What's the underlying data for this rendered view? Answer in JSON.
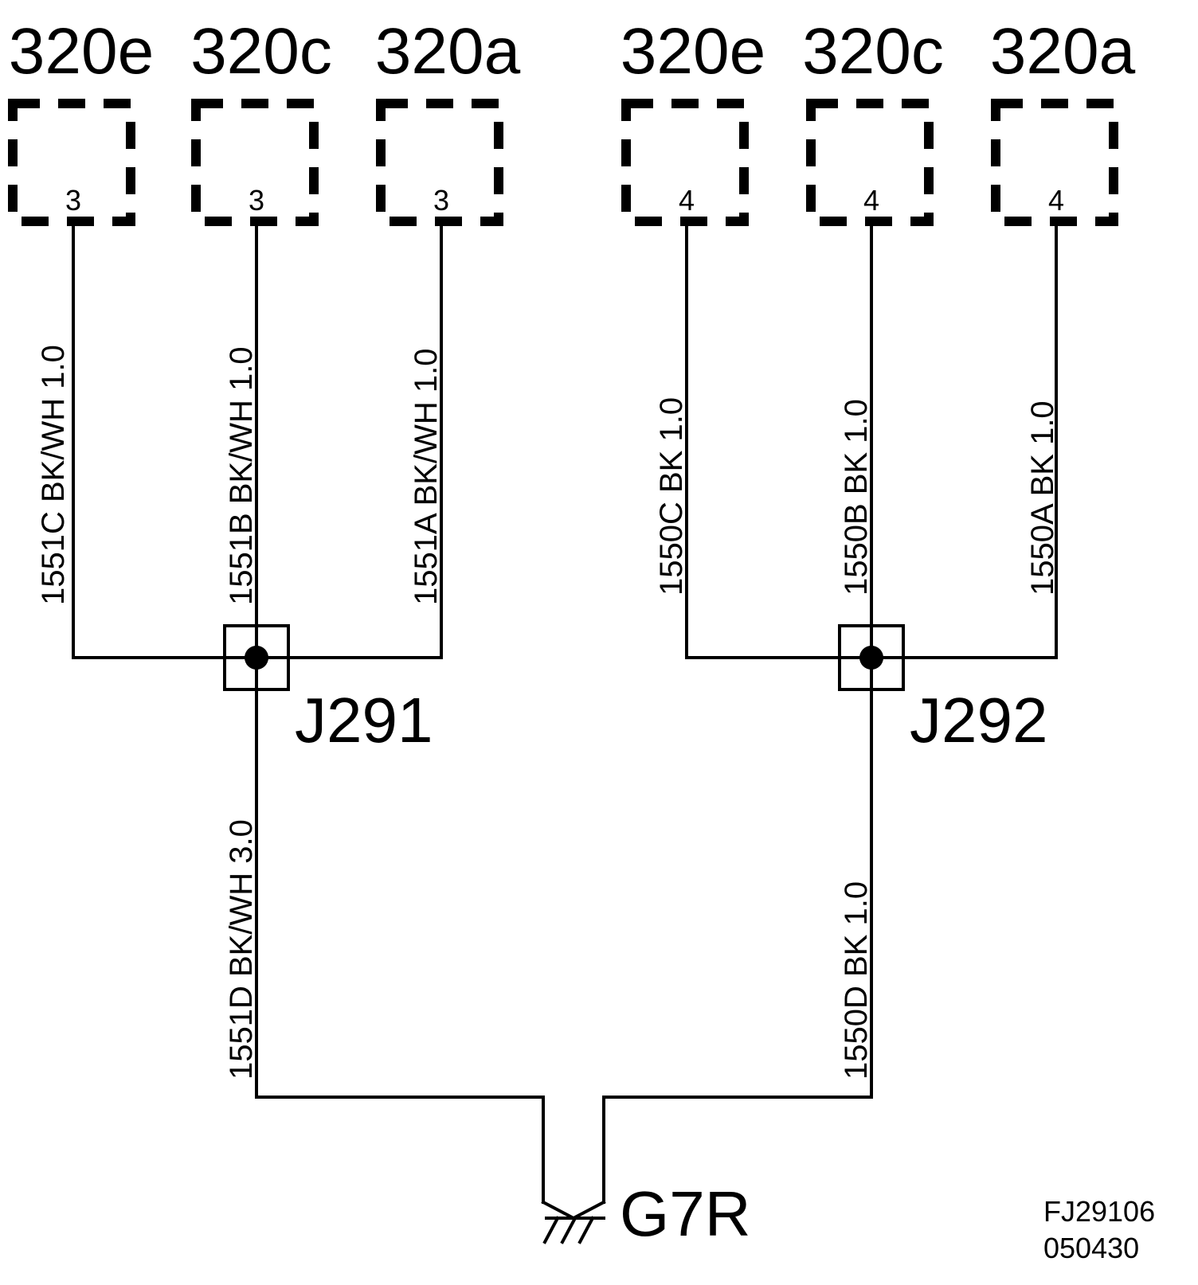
{
  "connectors": [
    {
      "name": "320e",
      "pin": "3"
    },
    {
      "name": "320c",
      "pin": "3"
    },
    {
      "name": "320a",
      "pin": "3"
    },
    {
      "name": "320e",
      "pin": "4"
    },
    {
      "name": "320c",
      "pin": "4"
    },
    {
      "name": "320a",
      "pin": "4"
    }
  ],
  "wires": [
    {
      "circuit": "1551C",
      "color": "BK/WH",
      "size": "1.0"
    },
    {
      "circuit": "1551B",
      "color": "BK/WH",
      "size": "1.0"
    },
    {
      "circuit": "1551A",
      "color": "BK/WH",
      "size": "1.0"
    },
    {
      "circuit": "1550C",
      "color": "BK",
      "size": "1.0"
    },
    {
      "circuit": "1550B",
      "color": "BK",
      "size": "1.0"
    },
    {
      "circuit": "1550A",
      "color": "BK",
      "size": "1.0"
    },
    {
      "circuit": "1551D",
      "color": "BK/WH",
      "size": "3.0"
    },
    {
      "circuit": "1550D",
      "color": "BK",
      "size": "1.0"
    }
  ],
  "splices": [
    {
      "name": "J291"
    },
    {
      "name": "J292"
    }
  ],
  "ground": {
    "name": "G7R"
  },
  "reference": {
    "line1": "FJ29106",
    "line2": "050430"
  }
}
